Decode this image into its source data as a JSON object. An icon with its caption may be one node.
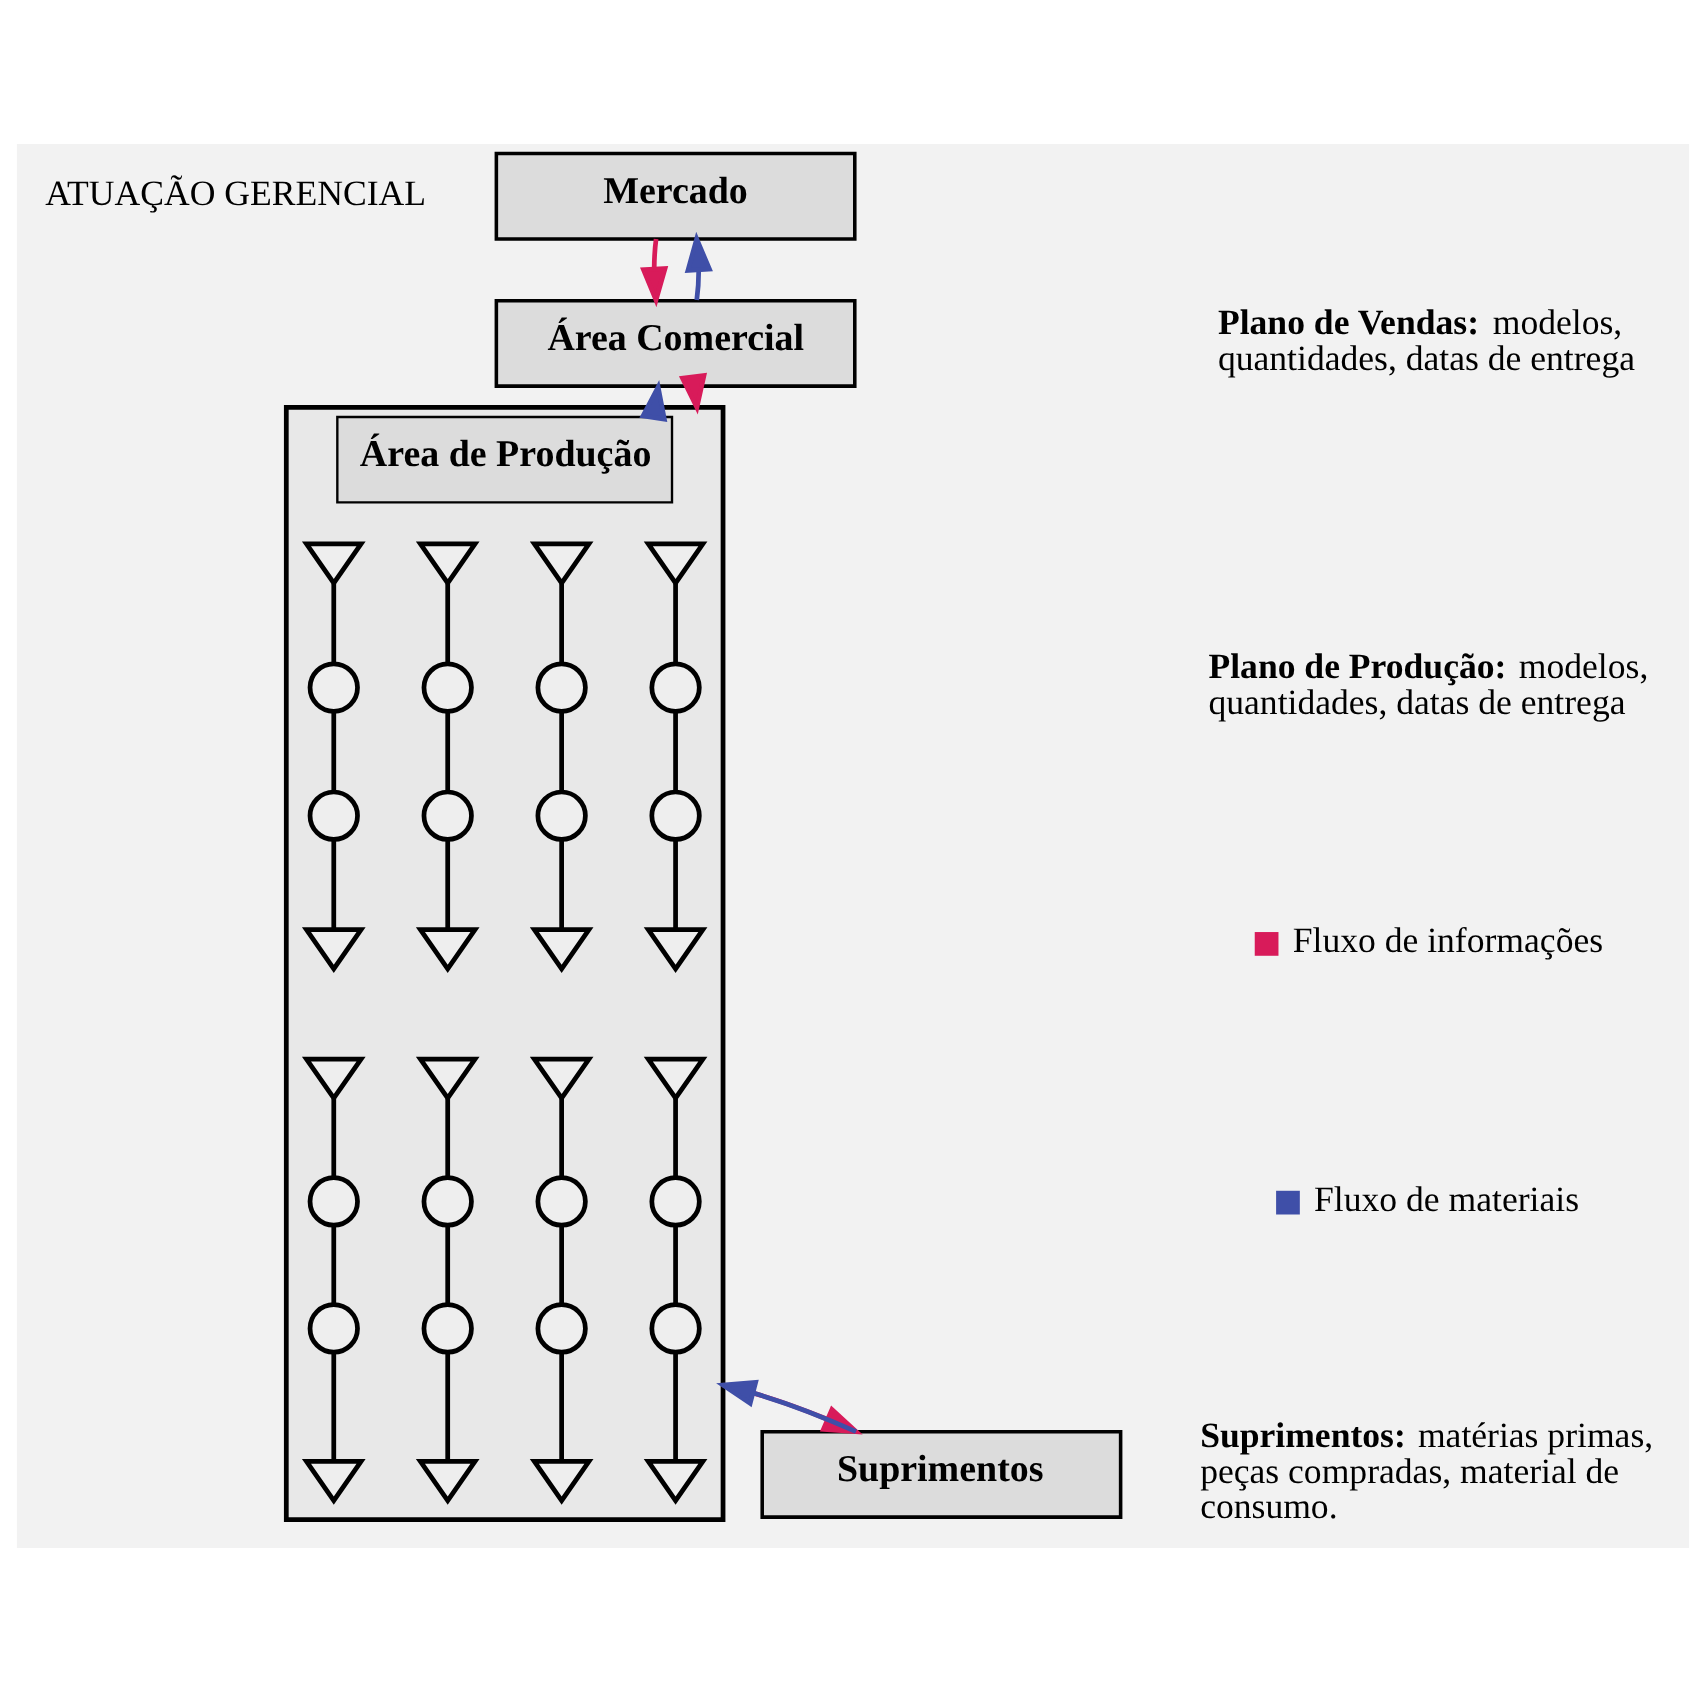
{
  "diagram": {
    "nodes": [
      {
        "text": [
          "Mercado"
        ]
      },
      {
        "text": [
          "Área Comercial"
        ]
      },
      {
        "text": [
          "Área de Produção"
        ]
      },
      {
        "text": [],
        "shape": "triangle",
        "in": 2
      },
      {
        "text": [],
        "shape": "circle",
        "in": 2
      },
      {
        "text": [],
        "shape": "circle",
        "in": 2
      },
      {
        "text": [],
        "shape": "triangle",
        "in": 2
      },
      {
        "text": [],
        "shape": "triangle",
        "in": 2
      },
      {
        "text": [],
        "shape": "circle",
        "in": 2
      },
      {
        "text": [],
        "shape": "circle",
        "in": 2
      },
      {
        "text": [],
        "shape": "triangle",
        "in": 2
      },
      {
        "text": [],
        "shape": "triangle",
        "in": 2
      },
      {
        "text": [],
        "shape": "circle",
        "in": 2
      },
      {
        "text": [],
        "shape": "circle",
        "in": 2
      },
      {
        "text": [],
        "shape": "triangle",
        "in": 2
      },
      {
        "text": [],
        "shape": "triangle",
        "in": 2
      },
      {
        "text": [],
        "shape": "circle",
        "in": 2
      },
      {
        "text": [],
        "shape": "circle",
        "in": 2
      },
      {
        "text": [],
        "shape": "triangle",
        "in": 2
      },
      {
        "text": [],
        "shape": "triangle",
        "in": 2
      },
      {
        "text": [],
        "shape": "circle",
        "in": 2
      },
      {
        "text": [],
        "shape": "circle",
        "in": 2
      },
      {
        "text": [],
        "shape": "triangle",
        "in": 2
      },
      {
        "text": [],
        "shape": "triangle",
        "in": 2
      },
      {
        "text": [],
        "shape": "circle",
        "in": 2
      },
      {
        "text": [],
        "shape": "circle",
        "in": 2
      },
      {
        "text": [],
        "shape": "triangle",
        "in": 2
      },
      {
        "text": [],
        "shape": "triangle",
        "in": 2
      },
      {
        "text": [],
        "shape": "circle",
        "in": 2
      },
      {
        "text": [],
        "shape": "circle",
        "in": 2
      },
      {
        "text": [],
        "shape": "triangle",
        "in": 2
      },
      {
        "text": [],
        "shape": "triangle",
        "in": 2
      },
      {
        "text": [],
        "shape": "circle",
        "in": 2
      },
      {
        "text": [],
        "shape": "circle",
        "in": 2
      },
      {
        "text": [],
        "shape": "triangle",
        "in": 2
      },
      {
        "text": [
          "Suprimentos"
        ]
      }
    ],
    "edges": [
      {
        "from": 0,
        "to": 1,
        "arrow": "to",
        "color": "#d81b5a"
      },
      {
        "from": 1,
        "to": 0,
        "arrow": "to",
        "color": "#3f4fa8"
      },
      {
        "from": 1,
        "to": 2,
        "arrow": "to",
        "color": "#d81b5a"
      },
      {
        "from": 2,
        "to": 1,
        "arrow": "to",
        "color": "#3f4fa8"
      },
      {
        "from": 3,
        "to": 4,
        "arrow": "none"
      },
      {
        "from": 4,
        "to": 5,
        "arrow": "none"
      },
      {
        "from": 5,
        "to": 6,
        "arrow": "none"
      },
      {
        "from": 7,
        "to": 8,
        "arrow": "none"
      },
      {
        "from": 8,
        "to": 9,
        "arrow": "none"
      },
      {
        "from": 9,
        "to": 10,
        "arrow": "none"
      },
      {
        "from": 11,
        "to": 12,
        "arrow": "none"
      },
      {
        "from": 12,
        "to": 13,
        "arrow": "none"
      },
      {
        "from": 13,
        "to": 14,
        "arrow": "none"
      },
      {
        "from": 15,
        "to": 16,
        "arrow": "none"
      },
      {
        "from": 16,
        "to": 17,
        "arrow": "none"
      },
      {
        "from": 17,
        "to": 18,
        "arrow": "none"
      },
      {
        "from": 19,
        "to": 20,
        "arrow": "none"
      },
      {
        "from": 20,
        "to": 21,
        "arrow": "none"
      },
      {
        "from": 21,
        "to": 22,
        "arrow": "none"
      },
      {
        "from": 23,
        "to": 24,
        "arrow": "none"
      },
      {
        "from": 24,
        "to": 25,
        "arrow": "none"
      },
      {
        "from": 25,
        "to": 26,
        "arrow": "none"
      },
      {
        "from": 27,
        "to": 28,
        "arrow": "none"
      },
      {
        "from": 28,
        "to": 29,
        "arrow": "none"
      },
      {
        "from": 29,
        "to": 30,
        "arrow": "none"
      },
      {
        "from": 31,
        "to": 32,
        "arrow": "none"
      },
      {
        "from": 32,
        "to": 33,
        "arrow": "none"
      },
      {
        "from": 33,
        "to": 34,
        "arrow": "none"
      },
      {
        "from": 2,
        "to": 35,
        "arrow": "to",
        "color": "#d81b5a"
      },
      {
        "from": 35,
        "to": 2,
        "arrow": "to",
        "color": "#3f4fa8"
      }
    ],
    "labels": [
      "ATUAÇÃO GERENCIAL",
      "**Plano de Vendas:** modelos, quantidades, datas de entrega",
      "**Plano de Produção:** modelos, quantidades, datas de entrega",
      "**Suprimentos:** matérias primas, peças compradas, material de consumo."
    ],
    "legend": [
      {
        "text": "Fluxo de informações",
        "color": "#d81b5a"
      },
      {
        "text": "Fluxo de materiais",
        "color": "#3f4fa8"
      }
    ]
  }
}
